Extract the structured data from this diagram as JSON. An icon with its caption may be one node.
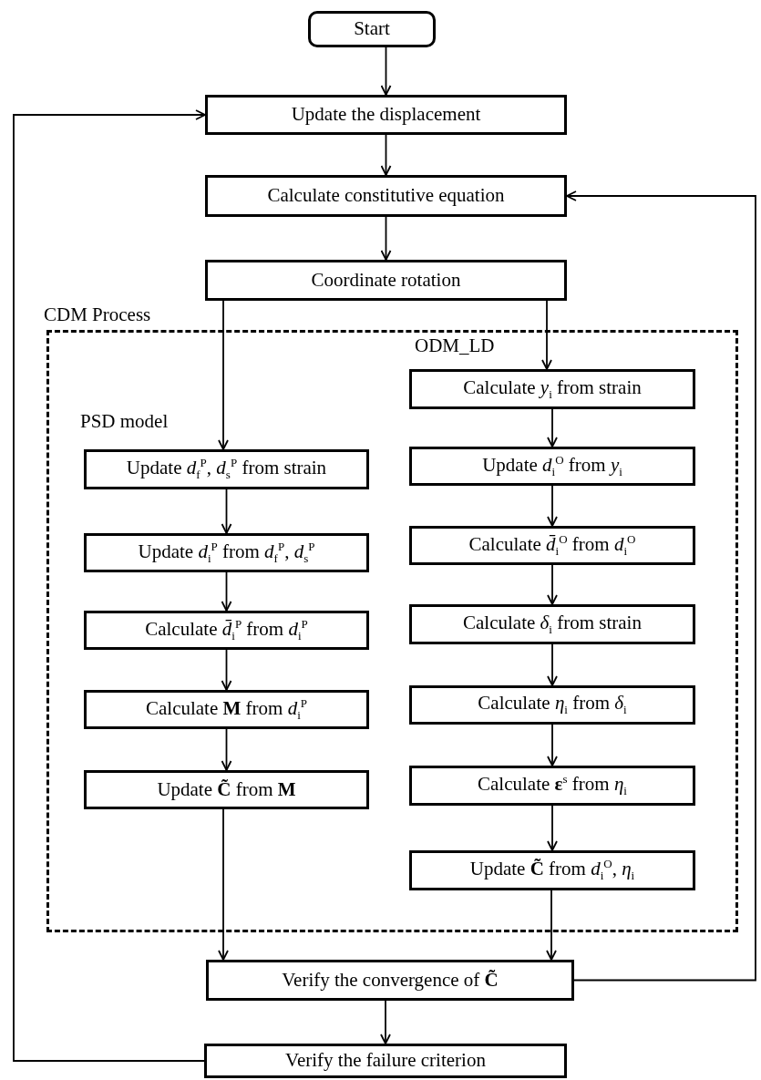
{
  "diagram": {
    "nodes": [
      {
        "text": [
          "Start"
        ]
      },
      {
        "text": [
          "Update the displacement"
        ]
      },
      {
        "text": [
          "Calculate constitutive equation"
        ]
      },
      {
        "text": [
          "Coordinate rotation"
        ]
      },
      {
        "text": [
          "CDM Process"
        ]
      },
      {
        "text": [
          "Update *d*$_{f}$$^{P}$, *d*$_{s}$$^{P}$ from strain"
        ],
        "in": 4
      },
      {
        "text": [
          "Update *d*$_{i}$$^{P}$ from *d*$_{f}$$^{P}$, *d*$_{s}$$^{P}$"
        ],
        "in": 4
      },
      {
        "text": [
          "Calculate *d̄*$_{i}$$^{P}$ from *d*$_{i}$$^{P}$"
        ],
        "in": 4
      },
      {
        "text": [
          "Calculate **M** from *d*$_{i}$$^{P}$"
        ],
        "in": 4
      },
      {
        "text": [
          "Update **C̃** from **M**"
        ],
        "in": 4
      },
      {
        "text": [
          "Calculate *y*$_{i}$ from strain"
        ],
        "in": 4
      },
      {
        "text": [
          "Update *d*$_{i}$$^{O}$ from *y*$_{i}$"
        ],
        "in": 4
      },
      {
        "text": [
          "Calculate *d̄*$_{i}$$^{O}$ from *d*$_{i}$$^{O}$"
        ],
        "in": 4
      },
      {
        "text": [
          "Calculate *δ*$_{i}$ from strain"
        ],
        "in": 4
      },
      {
        "text": [
          "Calculate *η*$_{i}$ from *δ*$_{i}$"
        ],
        "in": 4
      },
      {
        "text": [
          "Calculate **ε**$^{s}$ from *η*$_{i}$"
        ],
        "in": 4
      },
      {
        "text": [
          "Update **C̃** from *d*$_{i}$$^{O}$, *η*$_{i}$"
        ],
        "in": 4
      },
      {
        "text": [
          "Verify the convergence of **C̃**"
        ]
      },
      {
        "text": [
          "Verify the failure criterion"
        ]
      }
    ],
    "edges": [
      {
        "from": 0,
        "to": 1,
        "arrow": "to"
      },
      {
        "from": 1,
        "to": 2,
        "arrow": "to"
      },
      {
        "from": 2,
        "to": 3,
        "arrow": "to"
      },
      {
        "from": 3,
        "to": 5,
        "arrow": "to"
      },
      {
        "from": 3,
        "to": 10,
        "arrow": "to"
      },
      {
        "from": 5,
        "to": 6,
        "arrow": "to"
      },
      {
        "from": 6,
        "to": 7,
        "arrow": "to"
      },
      {
        "from": 7,
        "to": 8,
        "arrow": "to"
      },
      {
        "from": 8,
        "to": 9,
        "arrow": "to"
      },
      {
        "from": 10,
        "to": 11,
        "arrow": "to"
      },
      {
        "from": 11,
        "to": 12,
        "arrow": "to"
      },
      {
        "from": 12,
        "to": 13,
        "arrow": "to"
      },
      {
        "from": 13,
        "to": 14,
        "arrow": "to"
      },
      {
        "from": 14,
        "to": 15,
        "arrow": "to"
      },
      {
        "from": 15,
        "to": 16,
        "arrow": "to"
      },
      {
        "from": 9,
        "to": 17,
        "arrow": "to"
      },
      {
        "from": 16,
        "to": 17,
        "arrow": "to"
      },
      {
        "from": 17,
        "to": 18,
        "arrow": "to"
      },
      {
        "from": 18,
        "to": 1,
        "arrow": "to"
      },
      {
        "from": 17,
        "to": 2,
        "arrow": "to"
      }
    ],
    "labels": [
      "PSD model",
      "ODM_LD"
    ]
  }
}
